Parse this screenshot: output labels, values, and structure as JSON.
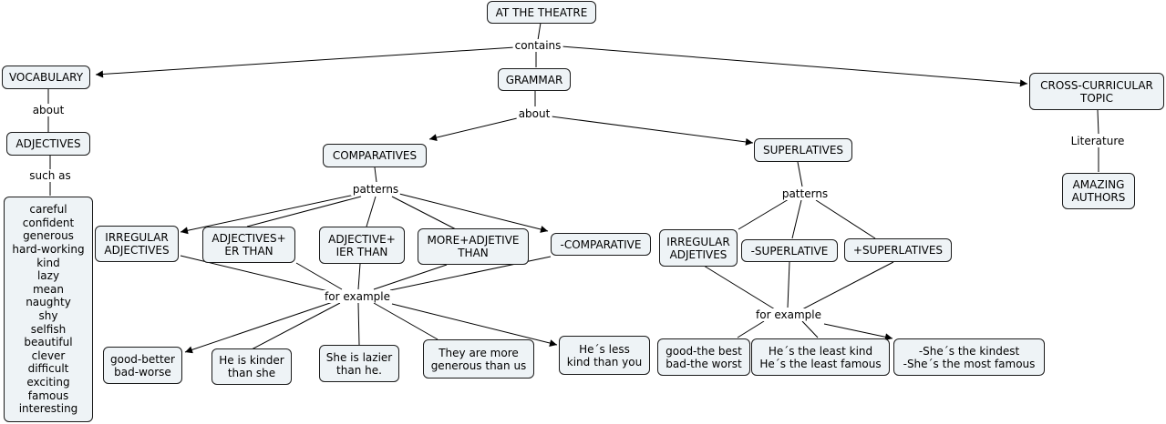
{
  "nodes": {
    "theatre": [
      "AT THE THEATRE"
    ],
    "vocabulary": [
      "VOCABULARY"
    ],
    "grammar": [
      "GRAMMAR"
    ],
    "cross": [
      "CROSS-CURRICULAR",
      "TOPIC"
    ],
    "adjectives": [
      "ADJECTIVES"
    ],
    "words": [
      "careful",
      "confident",
      "generous",
      "hard-working",
      "kind",
      "lazy",
      "mean",
      "naughty",
      "shy",
      "selfish",
      "beautiful",
      "clever",
      "difficult",
      "exciting",
      "famous",
      "interesting"
    ],
    "comparatives": [
      "COMPARATIVES"
    ],
    "superlatives": [
      "SUPERLATIVES"
    ],
    "authors": [
      "AMAZING",
      "AUTHORS"
    ],
    "irr_adj": [
      "IRREGULAR",
      "ADJECTIVES"
    ],
    "adj_er": [
      "ADJECTIVES+",
      "ER  THAN"
    ],
    "adj_ier": [
      "ADJECTIVE+",
      "IER  THAN"
    ],
    "more_adj": [
      "MORE+ADJETIVE",
      "THAN"
    ],
    "minus_comp": [
      "-COMPARATIVE"
    ],
    "irr_adjetives": [
      "IRREGULAR",
      "ADJETIVES"
    ],
    "minus_sup": [
      "-SUPERLATIVE"
    ],
    "plus_sup": [
      "+SUPERLATIVES"
    ],
    "ex_good": [
      "good-better",
      "bad-worse"
    ],
    "ex_kinder": [
      "He is kinder",
      "than she"
    ],
    "ex_lazier": [
      "She is lazier",
      "than he."
    ],
    "ex_generous": [
      "They are more",
      "generous than us"
    ],
    "ex_less": [
      "He´s less",
      "kind than you"
    ],
    "ex_best": [
      "good-the best",
      "bad-the worst"
    ],
    "ex_least": [
      "He´s the least kind",
      "He´s the least famous"
    ],
    "ex_kindest": [
      "-She´s the kindest",
      "-She´s the most famous"
    ]
  },
  "link_labels": {
    "contains": "contains",
    "about_vocab": "about",
    "such_as": "such as",
    "about_grammar": "about",
    "literature": "Literature",
    "patterns_comp": "patterns",
    "patterns_sup": "patterns",
    "example_comp": "for example",
    "example_sup": "for example"
  }
}
